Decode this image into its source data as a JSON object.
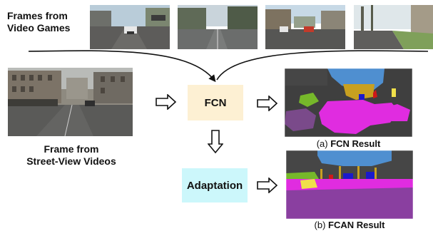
{
  "labels": {
    "games_line1": "Frames from",
    "games_line2": "Video Games",
    "street_line1": "Frame from",
    "street_line2": "Street-View Videos"
  },
  "boxes": {
    "fcn": "FCN",
    "adaptation": "Adaptation"
  },
  "captions": {
    "a_prefix": "(a) ",
    "a_bold": "FCN Result",
    "b_prefix": "(b) ",
    "b_bold": "FCAN Result"
  },
  "colors": {
    "fcn_box": "#fdf0d3",
    "adaptation_box": "#ccf7fb",
    "seg_sky": "#4f8fd0",
    "seg_road_fcn": "#3f3f3f",
    "seg_road_fcan": "#8a3fa0",
    "seg_magenta": "#e02ce0",
    "seg_green": "#76b82a",
    "seg_gray": "#464646"
  },
  "icons": [
    "curved-arrow",
    "hollow-right-arrow",
    "hollow-down-arrow"
  ]
}
